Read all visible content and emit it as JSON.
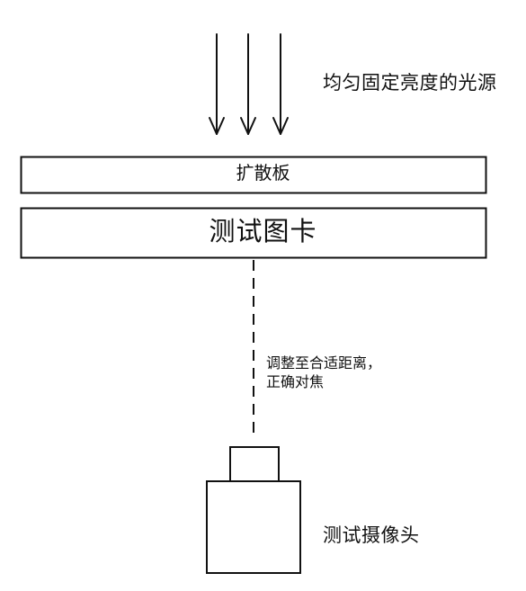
{
  "labels": {
    "light_source": "均匀固定亮度的光源",
    "diffuser": "扩散板",
    "test_chart": "测试图卡",
    "adjust_line1": "调整至合适距离，",
    "adjust_line2": "正确对焦",
    "camera": "测试摄像头"
  },
  "colors": {
    "stroke": "#111111",
    "background": "#ffffff",
    "text": "#111111"
  },
  "icons": {
    "light_rays": "down-arrow-icon"
  }
}
